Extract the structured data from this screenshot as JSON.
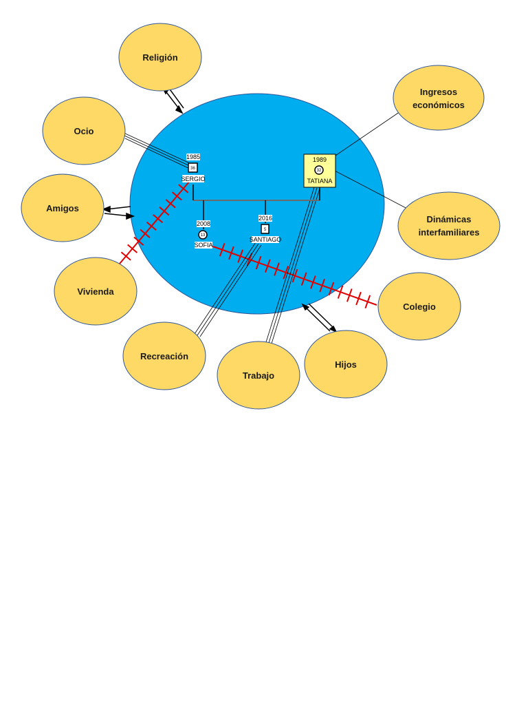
{
  "nodes": {
    "religion": "Religión",
    "ocio": "Ocio",
    "amigos": "Amigos",
    "vivienda": "Vivienda",
    "recreacion": "Recreación",
    "trabajo": "Trabajo",
    "hijos": "Hijos",
    "colegio": "Colegio",
    "dinamicas_line1": "Dinámicas",
    "dinamicas_line2": "interfamiliares",
    "ingresos_line1": "Ingresos",
    "ingresos_line2": "económicos"
  },
  "family": {
    "sergio": {
      "year": "1985",
      "age": "36",
      "name": "SERGIO"
    },
    "tatiana": {
      "year": "1989",
      "age": "32",
      "name": "TATIANA"
    },
    "sofia": {
      "year": "2008",
      "age": "13",
      "name": "SOFIA"
    },
    "santiago": {
      "year": "2016",
      "age": "5",
      "name": "SANTIAGO"
    }
  },
  "colors": {
    "family_circle": "#00AEEF",
    "node_fill": "#FFD966",
    "node_stroke": "#2F5597",
    "conflict": "#E00000",
    "tatiana_box": "#FFFF99"
  }
}
